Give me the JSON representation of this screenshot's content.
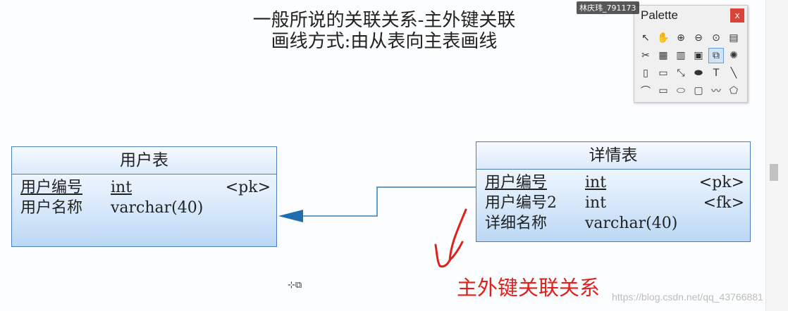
{
  "caption": {
    "line1": "一般所说的关联关系-主外键关联",
    "line2": "画线方式:由从表向主表画线"
  },
  "watermark": "林庆玮_791173",
  "palette": {
    "title": "Palette",
    "close_label": "x",
    "tools": [
      {
        "name": "pointer-icon",
        "glyph": "↖"
      },
      {
        "name": "grabber-hand-icon",
        "glyph": "✋"
      },
      {
        "name": "zoom-in-icon",
        "glyph": "⊕"
      },
      {
        "name": "zoom-out-icon",
        "glyph": "⊖"
      },
      {
        "name": "zoom-fit-icon",
        "glyph": "⊙"
      },
      {
        "name": "properties-icon",
        "glyph": "▤"
      },
      {
        "name": "cut-icon",
        "glyph": "✂"
      },
      {
        "name": "package-icon",
        "glyph": "▦"
      },
      {
        "name": "table-icon",
        "glyph": "▥"
      },
      {
        "name": "view-icon",
        "glyph": "▣"
      },
      {
        "name": "reference-icon",
        "glyph": "⧉"
      },
      {
        "name": "procedure-icon",
        "glyph": "✺"
      },
      {
        "name": "file-icon",
        "glyph": "▯"
      },
      {
        "name": "note-icon",
        "glyph": "▭"
      },
      {
        "name": "link-icon",
        "glyph": "⤡"
      },
      {
        "name": "sequence-icon",
        "glyph": "⬬"
      },
      {
        "name": "text-icon",
        "glyph": "T"
      },
      {
        "name": "line-icon",
        "glyph": "╲"
      },
      {
        "name": "arc-icon",
        "glyph": "⌒"
      },
      {
        "name": "rectangle-icon",
        "glyph": "▭"
      },
      {
        "name": "ellipse-icon",
        "glyph": "⬭"
      },
      {
        "name": "rounded-rectangle-icon",
        "glyph": "▢"
      },
      {
        "name": "polyline-icon",
        "glyph": "〰"
      },
      {
        "name": "polygon-icon",
        "glyph": "⬠"
      }
    ],
    "selected_tool": "reference-icon"
  },
  "tables": {
    "user": {
      "title": "用户表",
      "columns": [
        {
          "name": "用户编号",
          "type": "int",
          "key": "<pk>"
        },
        {
          "name": "用户名称",
          "type": "varchar(40)",
          "key": ""
        }
      ]
    },
    "detail": {
      "title": "详情表",
      "columns": [
        {
          "name": "用户编号",
          "type": "int",
          "key": "<pk>"
        },
        {
          "name": "用户编号2",
          "type": "int",
          "key": "<fk>"
        },
        {
          "name": "详细名称",
          "type": "varchar(40)",
          "key": ""
        }
      ]
    }
  },
  "annotation": "主外键关联关系",
  "blog_watermark": "https://blog.csdn.net/qq_43766881",
  "colors": {
    "entity_border": "#4b7fb9",
    "reference_line": "#2e7fb8",
    "annotation_red": "#e0201b"
  }
}
